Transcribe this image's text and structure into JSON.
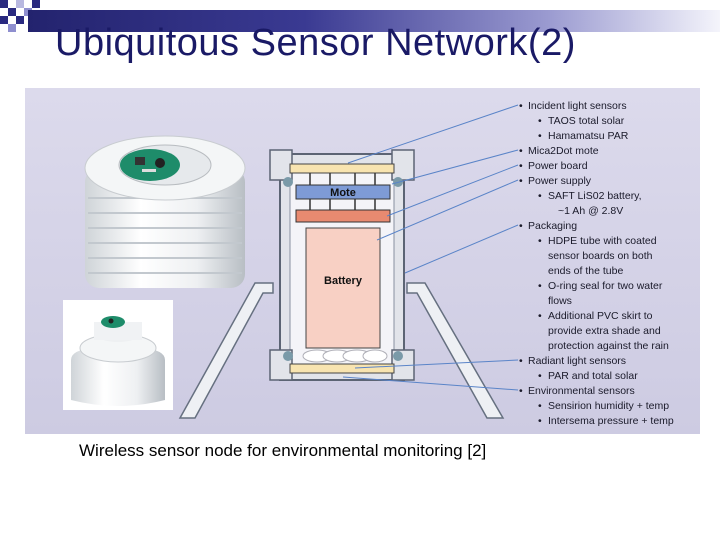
{
  "slide": {
    "title": "Ubiquitous Sensor Network(2)",
    "caption": "Wireless sensor node for environmental monitoring [2]"
  },
  "diagram": {
    "mote_label": "Mote",
    "battery_label": "Battery",
    "callouts": [
      {
        "text": "Incident light sensors",
        "children": [
          "TAOS total solar",
          "Hamamatsu PAR"
        ]
      },
      {
        "text": "Mica2Dot mote",
        "children": []
      },
      {
        "text": "Power board",
        "children": []
      },
      {
        "text": "Power supply",
        "children": [
          "SAFT LiS02 battery,",
          "~1 Ah @ 2.8V"
        ]
      },
      {
        "text": "Packaging",
        "children": [
          "HDPE tube with coated",
          "sensor boards on both",
          "ends of the tube",
          "O-ring seal for two water",
          "flows",
          "Additional PVC skirt to",
          "provide extra shade and",
          "protection against the rain"
        ]
      },
      {
        "text": "Radiant light sensors",
        "children": [
          "PAR and total solar"
        ]
      },
      {
        "text": "Environmental sensors",
        "children": [
          "Sensirion humidity + temp",
          "Intersema pressure + temp"
        ]
      }
    ]
  },
  "colors": {
    "title": "#1a1a66",
    "mote": "#7e9bd6",
    "power_board": "#e88a70",
    "battery": "#f8d0c4",
    "sensor_board": "#f8e4b0",
    "leader_line": "#5a84c8"
  }
}
